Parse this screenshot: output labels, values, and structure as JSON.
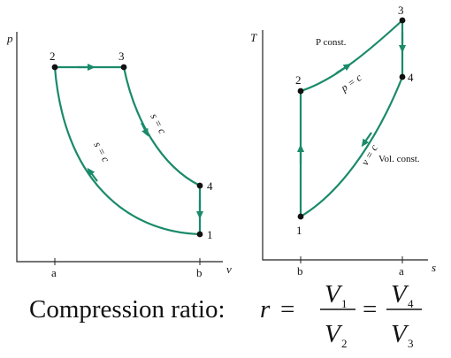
{
  "colors": {
    "curve": "#1a8a6a",
    "axis": "#222222",
    "point": "#111111"
  },
  "pv_diagram": {
    "y_axis_label": "p",
    "x_axis_label": "v",
    "x_ticks": [
      "a",
      "b"
    ],
    "points": [
      "1",
      "2",
      "3",
      "4"
    ],
    "isentropic_label_upper": "s = c",
    "isentropic_label_lower": "s = c"
  },
  "ts_diagram": {
    "y_axis_label": "T",
    "x_axis_label": "s",
    "x_ticks": [
      "b",
      "a"
    ],
    "points": [
      "1",
      "2",
      "3",
      "4"
    ],
    "constant_pressure_note": "P const.",
    "constant_pressure_curve_label": "p = c",
    "constant_volume_curve_label": "v = c",
    "constant_volume_note": "Vol. const."
  },
  "formula": {
    "caption": "Compression ratio:",
    "lhs": "r",
    "equals": "=",
    "frac1_num": "V",
    "frac1_num_sub": "1",
    "frac1_den": "V",
    "frac1_den_sub": "2",
    "frac2_num": "V",
    "frac2_num_sub": "4",
    "frac2_den": "V",
    "frac2_den_sub": "3"
  }
}
